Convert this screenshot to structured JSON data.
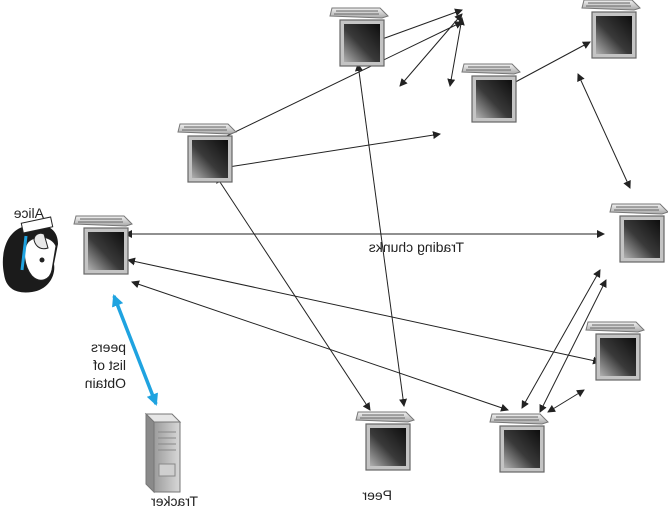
{
  "labels": {
    "alice": "Alice",
    "trading": "Trading chunks",
    "obtain_line1": "Obtain",
    "obtain_line2": "list of",
    "obtain_line3": "peers",
    "peer": "Peer",
    "tracker": "Tracker"
  },
  "colors": {
    "background": "#ffffff",
    "link_line": "#222222",
    "tracker_link": "#1fa3e0",
    "screen_dark": "#1c1c1c",
    "screen_light": "#9a9a9a",
    "monitor_frame": "#b8b8b8"
  },
  "icons": {
    "peer": "computer-monitor-icon",
    "tracker": "server-tower-icon",
    "alice": "person-icon"
  }
}
